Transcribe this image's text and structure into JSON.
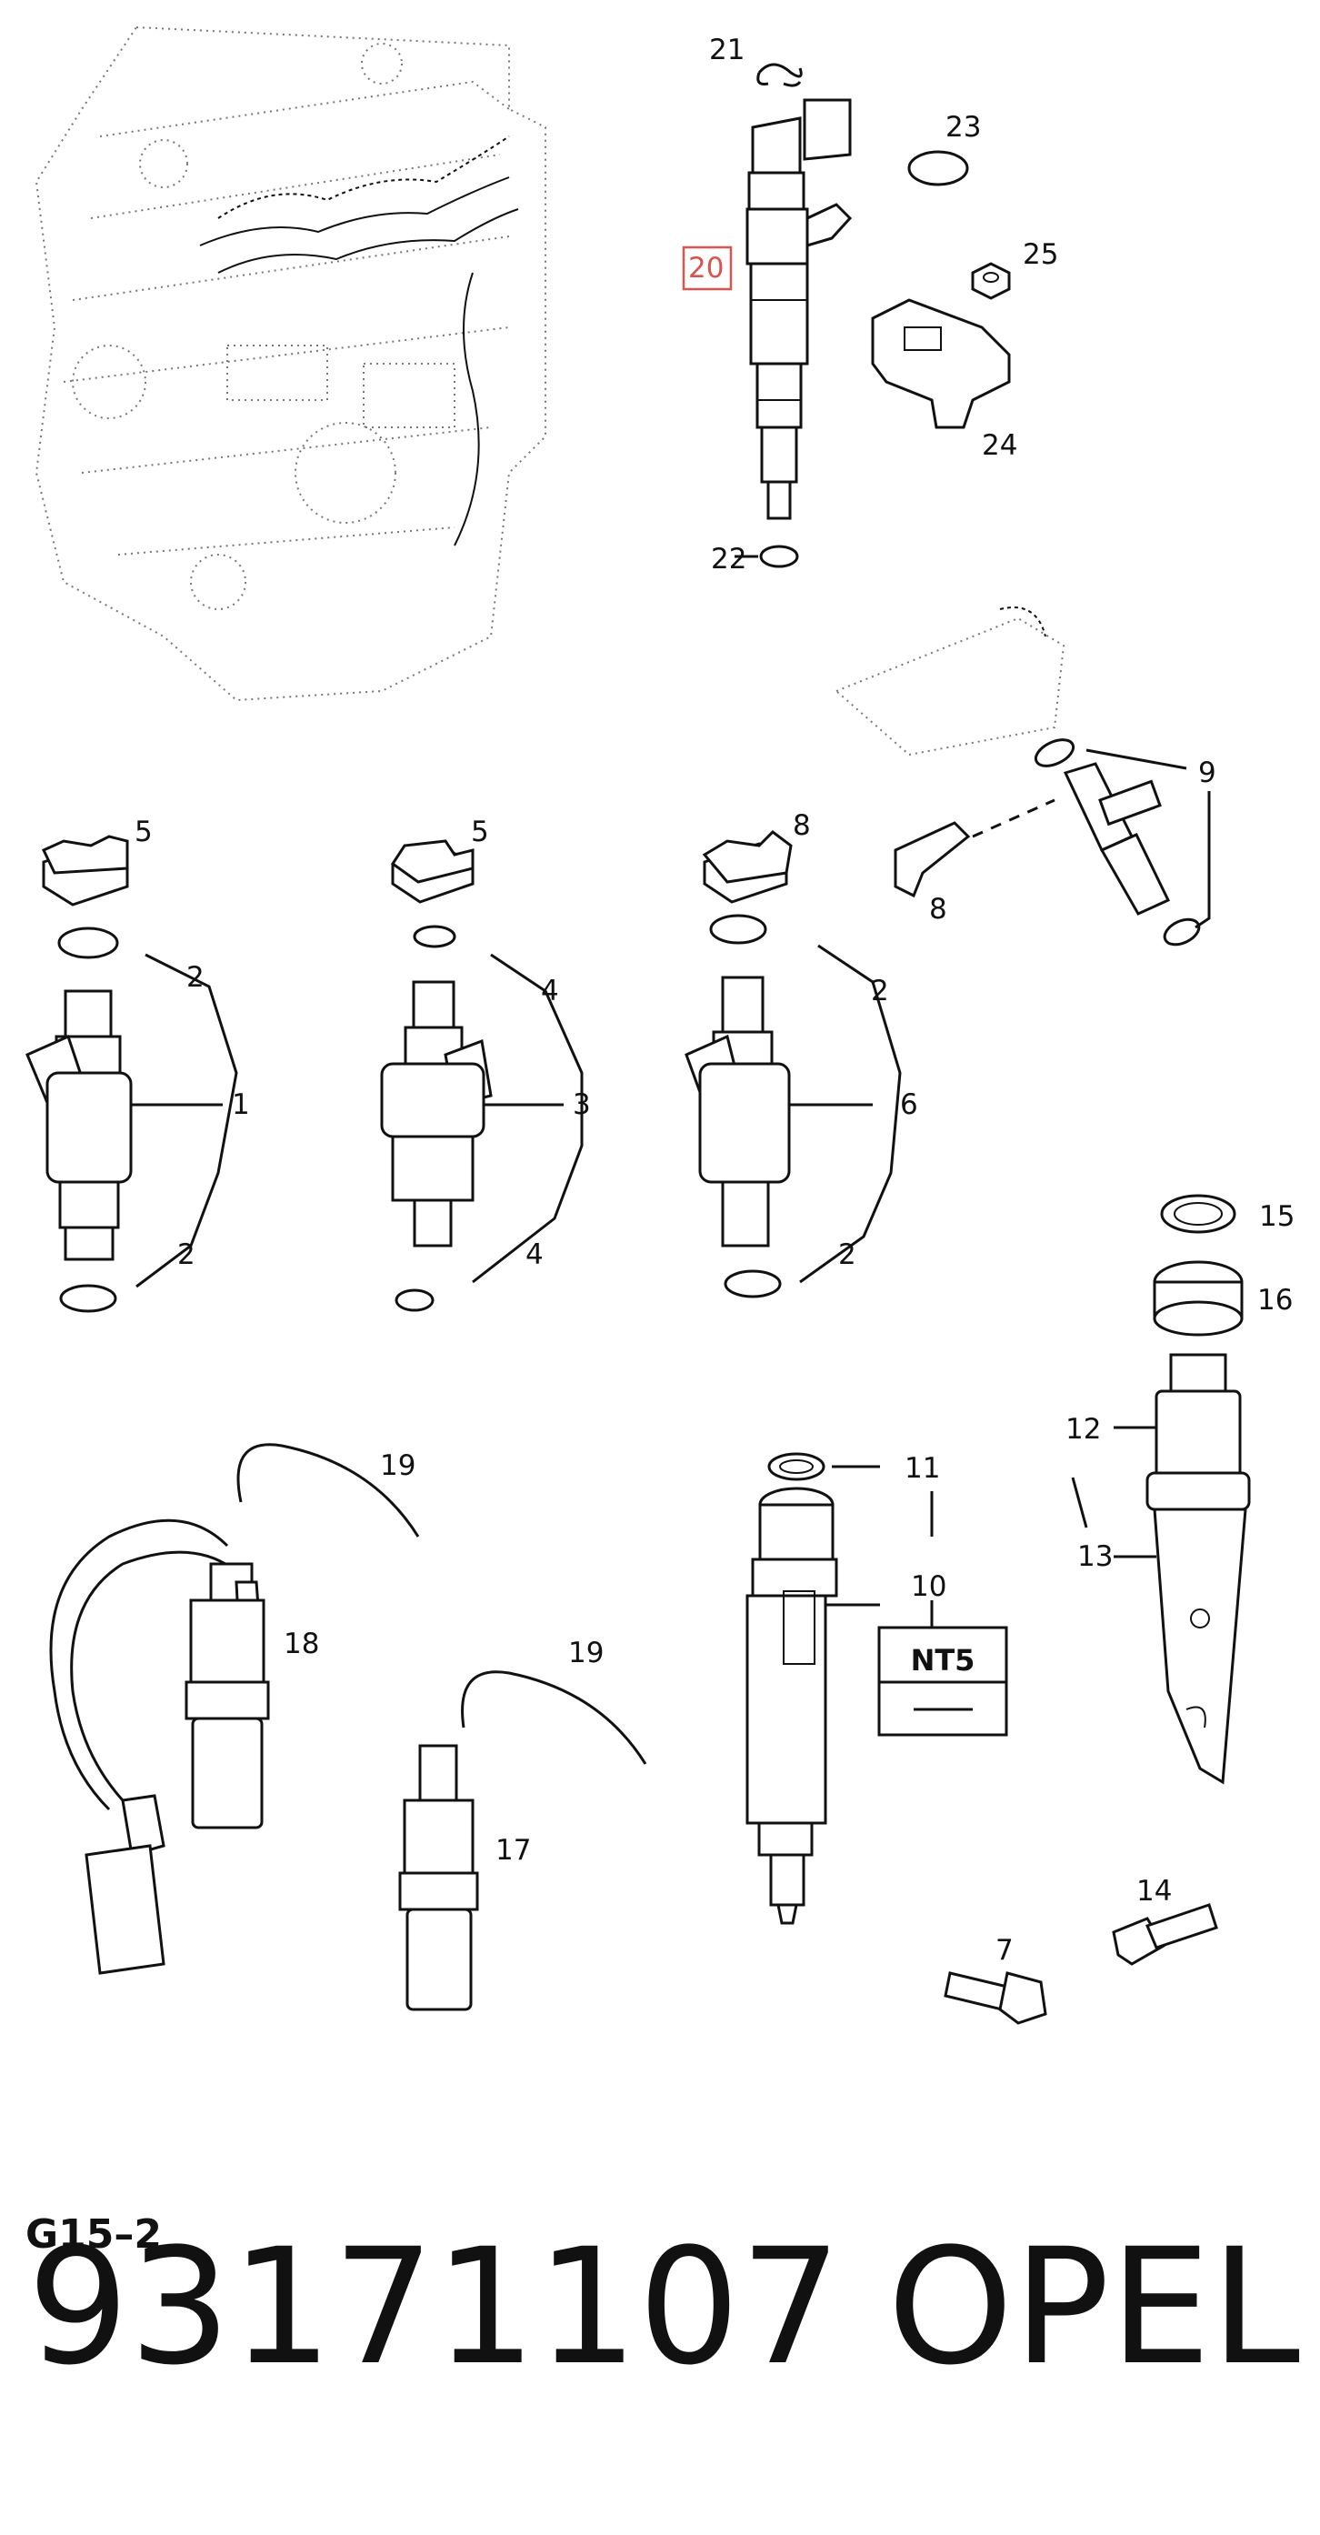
{
  "diagram": {
    "callouts": {
      "c21": "21",
      "c23": "23",
      "c20": "20",
      "c25": "25",
      "c24": "24",
      "c22": "22",
      "c9": "9",
      "c8b": "8",
      "c5a": "5",
      "c2a": "2",
      "c1": "1",
      "c2b": "2",
      "c5b": "5",
      "c4a": "4",
      "c3": "3",
      "c4b": "4",
      "c8a": "8",
      "c2c": "2",
      "c6": "6",
      "c2d": "2",
      "c15": "15",
      "c16": "16",
      "c12": "12",
      "c13": "13",
      "c19a": "19",
      "c18": "18",
      "c19b": "19",
      "c17": "17",
      "c11": "11",
      "c10": "10",
      "c14": "14",
      "c7": "7"
    },
    "nt5_label": "NT5",
    "highlight_color": "#d9534f",
    "code_label": "G15–2"
  },
  "footer": {
    "part_number": "93171107",
    "brand": "OPEL"
  }
}
